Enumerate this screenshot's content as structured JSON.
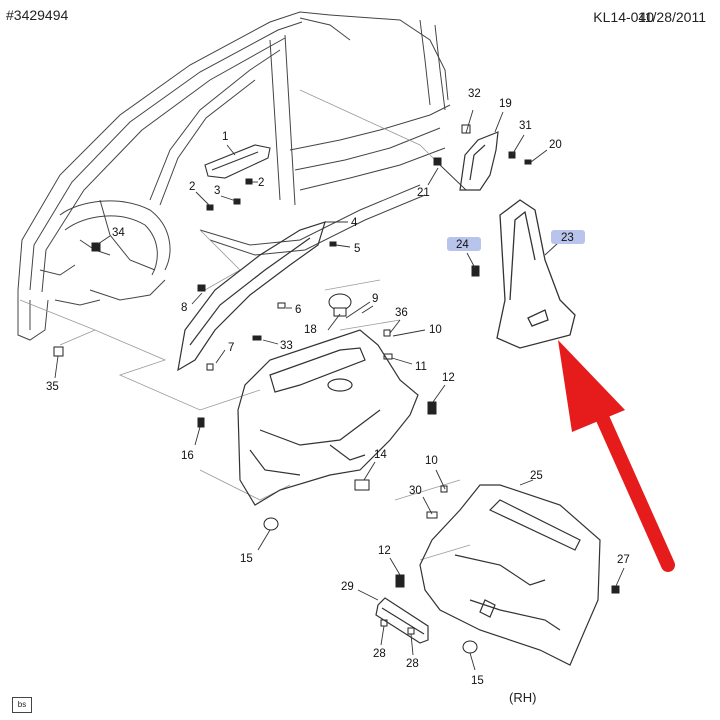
{
  "header": {
    "image_id": "#3429494",
    "ref_code": "KL14-040",
    "ref_date": "11/28/2011"
  },
  "side_label": "(RH)",
  "logo_text": "bs",
  "callouts": [
    {
      "id": "c1",
      "text": "1"
    },
    {
      "id": "c2a",
      "text": "2"
    },
    {
      "id": "c2b",
      "text": "2"
    },
    {
      "id": "c3",
      "text": "3"
    },
    {
      "id": "c4",
      "text": "4"
    },
    {
      "id": "c5",
      "text": "5"
    },
    {
      "id": "c6",
      "text": "6"
    },
    {
      "id": "c7",
      "text": "7"
    },
    {
      "id": "c8",
      "text": "8"
    },
    {
      "id": "c9",
      "text": "9"
    },
    {
      "id": "c10a",
      "text": "10"
    },
    {
      "id": "c10b",
      "text": "10"
    },
    {
      "id": "c11",
      "text": "11"
    },
    {
      "id": "c12a",
      "text": "12"
    },
    {
      "id": "c12b",
      "text": "12"
    },
    {
      "id": "c14",
      "text": "14"
    },
    {
      "id": "c15a",
      "text": "15"
    },
    {
      "id": "c15b",
      "text": "15"
    },
    {
      "id": "c16",
      "text": "16"
    },
    {
      "id": "c18",
      "text": "18"
    },
    {
      "id": "c19",
      "text": "19"
    },
    {
      "id": "c20",
      "text": "20"
    },
    {
      "id": "c21",
      "text": "21"
    },
    {
      "id": "c23",
      "text": "23",
      "highlight": true
    },
    {
      "id": "c24",
      "text": "24",
      "highlight": true
    },
    {
      "id": "c25",
      "text": "25"
    },
    {
      "id": "c27",
      "text": "27"
    },
    {
      "id": "c28a",
      "text": "28"
    },
    {
      "id": "c28b",
      "text": "28"
    },
    {
      "id": "c29",
      "text": "29"
    },
    {
      "id": "c30",
      "text": "30"
    },
    {
      "id": "c31",
      "text": "31"
    },
    {
      "id": "c32",
      "text": "32"
    },
    {
      "id": "c33",
      "text": "33"
    },
    {
      "id": "c34",
      "text": "34"
    },
    {
      "id": "c35",
      "text": "35"
    },
    {
      "id": "c36",
      "text": "36"
    }
  ],
  "colors": {
    "line": "#333333",
    "light_line": "#999999",
    "highlight": "#b8c4ec",
    "arrow": "#e61c1c"
  }
}
